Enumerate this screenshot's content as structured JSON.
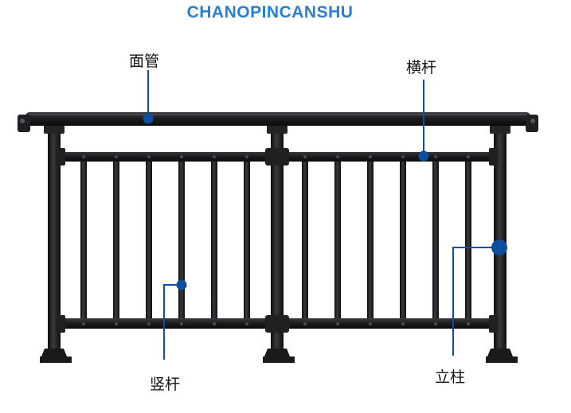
{
  "header": {
    "title": "CHANOPINCANSHU",
    "title_color": "#2a7fd0"
  },
  "callouts": {
    "handrail": "面管",
    "crossbar": "横杆",
    "baluster": "竖杆",
    "post": "立柱"
  },
  "colors": {
    "frame": "#1b1b1d",
    "frame_highlight": "#3a3a3e",
    "marker": "#0f4d9e",
    "leader": "#0f4d9e"
  }
}
